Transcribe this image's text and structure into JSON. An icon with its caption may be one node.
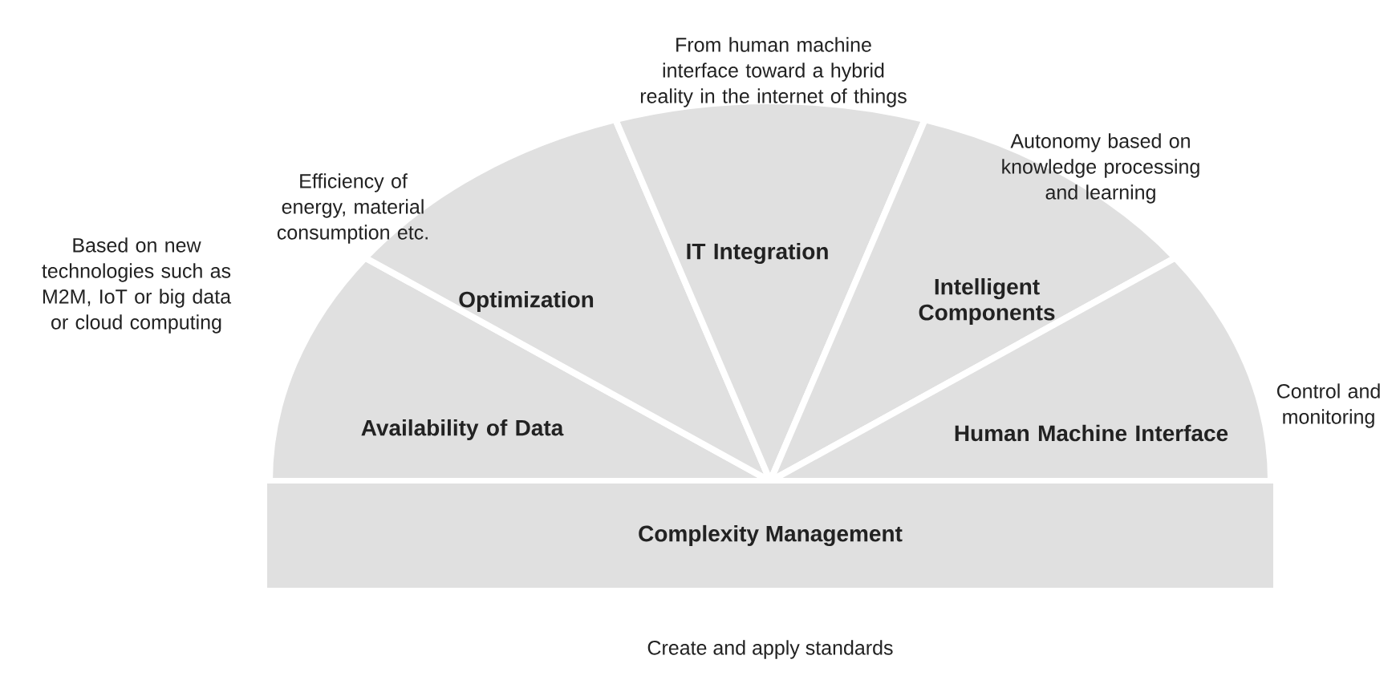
{
  "diagram": {
    "nodes": [
      {
        "text": [
          "Availability of Data"
        ],
        "beside": [
          "Based on new technologies such as M2M, IoT or big data or cloud computing"
        ]
      },
      {
        "text": [
          "Optimization"
        ],
        "beside": [
          "Efficiency of energy, material consumption etc."
        ]
      },
      {
        "text": [
          "IT Integration"
        ],
        "beside": [
          "From human machine interface toward a hybrid reality in the internet of things"
        ]
      },
      {
        "text": [
          "Intelligent Components"
        ],
        "beside": [
          "Autonomy based on knowledge processing and learning"
        ]
      },
      {
        "text": [
          "Human Machine Interface"
        ],
        "beside": [
          "Control and monitoring"
        ]
      },
      {
        "text": [
          "Complexity Management"
        ],
        "beside": [
          "Create and apply standards"
        ]
      }
    ],
    "edges": []
  }
}
